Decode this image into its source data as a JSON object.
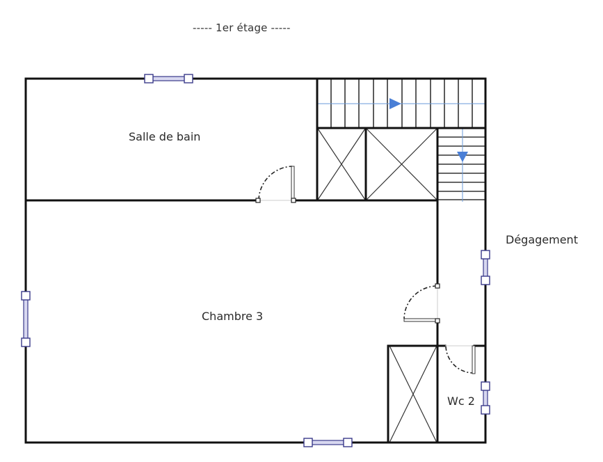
{
  "plan": {
    "title": "----- 1er étage -----",
    "floor_name": "1er étage",
    "colors": {
      "wall": "#111111",
      "window_frame": "#3a3a8a",
      "window_fill": "#d8d8f0",
      "stair_arrow": "#4a7fd6",
      "stair_line": "#6a9ad8",
      "door_arc": "#222222"
    },
    "rooms": [
      {
        "id": "salle-de-bain",
        "label": "Salle de bain"
      },
      {
        "id": "chambre-3",
        "label": "Chambre 3"
      },
      {
        "id": "degagement",
        "label": "Dégagement"
      },
      {
        "id": "wc-2",
        "label": "Wc 2"
      }
    ]
  }
}
